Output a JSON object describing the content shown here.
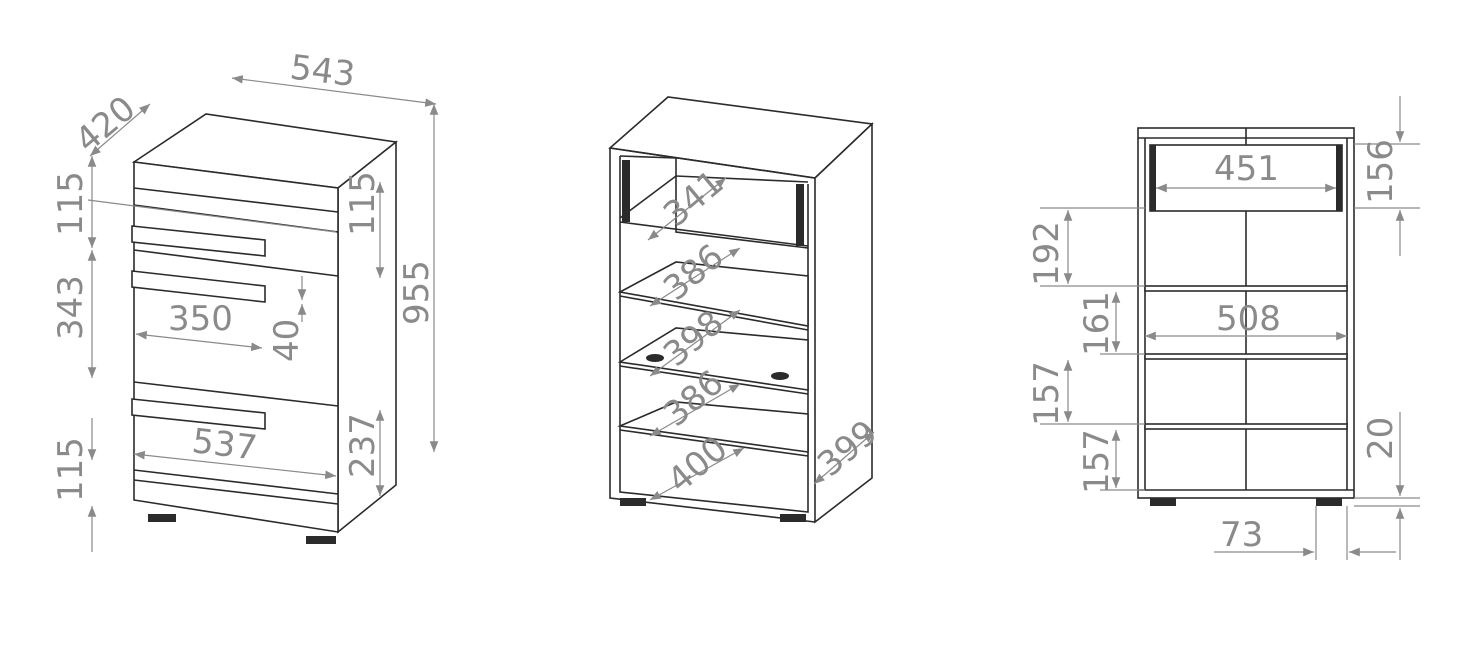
{
  "views": {
    "front_iso": {
      "dims": {
        "width": "543",
        "depth": "420",
        "height": "955",
        "top_drawer_h": "115",
        "top_drawer_h_right": "115",
        "mid_drawer_h": "343",
        "handle_w": "350",
        "handle_h": "40",
        "bottom_w": "537",
        "bottom_drawer_h": "115",
        "bottom_section_h": "237"
      }
    },
    "open_iso": {
      "dims": {
        "top_depth": "341",
        "shelf1_depth": "386",
        "shelf2_depth": "398",
        "shelf3_depth": "386",
        "bottom_depth": "400",
        "side_depth": "399"
      }
    },
    "front_ortho": {
      "dims": {
        "drawer_inner_w": "451",
        "drawer_h": "156",
        "section1_h": "192",
        "section2_h": "161",
        "inner_w": "508",
        "section3_h": "157",
        "section4_h": "157",
        "plinth_h": "20",
        "foot_inset": "73"
      }
    }
  },
  "colors": {
    "line": "#2b2b2b",
    "dimension": "#8a8a8a"
  }
}
